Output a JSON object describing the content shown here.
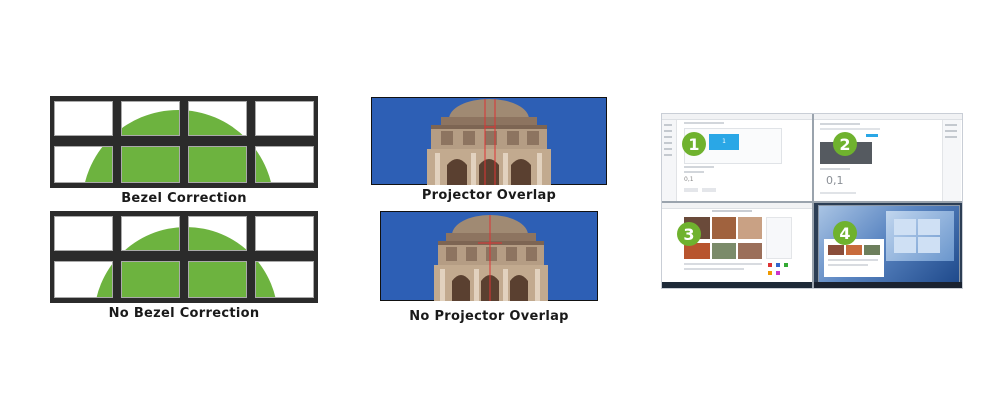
{
  "captions": {
    "bezel_correction": "Bezel Correction",
    "no_bezel_correction": "No Bezel Correction",
    "projector_overlap": "Projector Overlap",
    "no_projector_overlap": "No Projector Overlap"
  },
  "windows": [
    {
      "number": "1"
    },
    {
      "number": "2"
    },
    {
      "number": "3"
    },
    {
      "number": "4"
    }
  ],
  "window1": {
    "box_label": "1",
    "small_text": "0,1"
  },
  "window2": {
    "big_text": "0,1"
  },
  "colors": {
    "accent_green": "#6fb22e",
    "bezel_green": "#6db33f",
    "sky_blue": "#2d5fb5",
    "highlight_blue": "#2aa7e6"
  }
}
